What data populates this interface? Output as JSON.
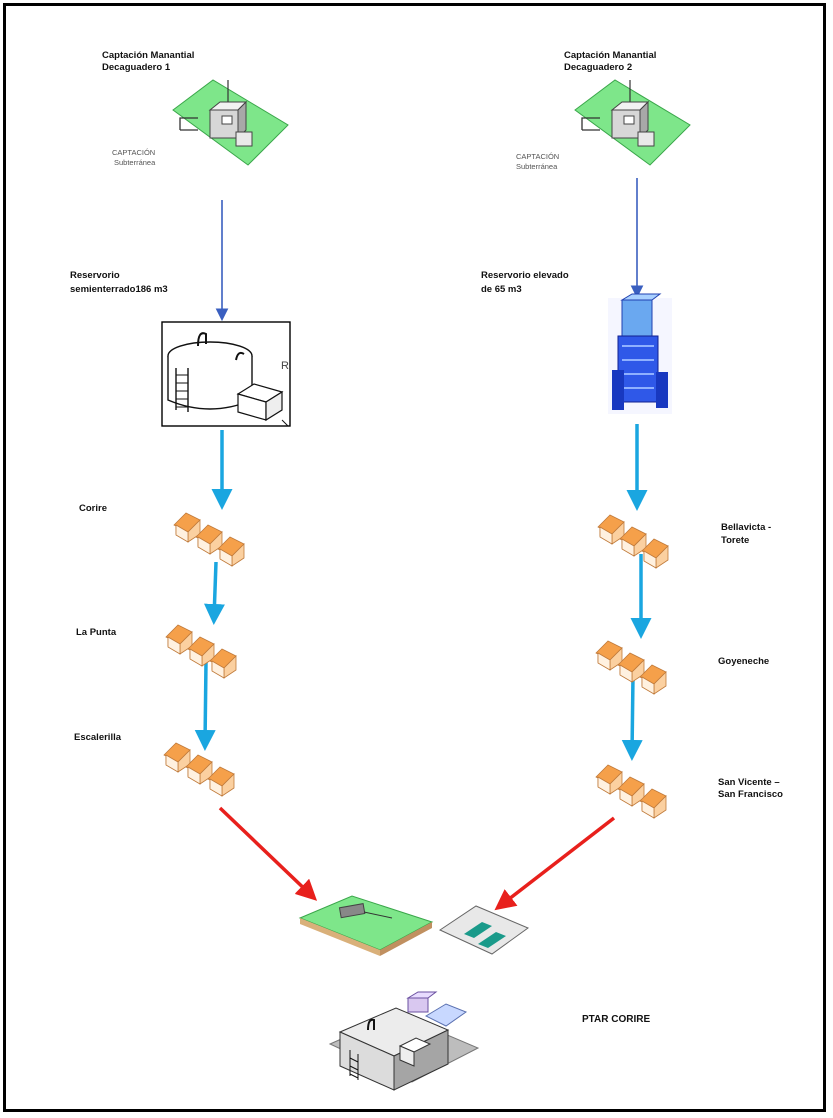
{
  "left_branch": {
    "source_label_1": "Captación Manantial",
    "source_label_2": "Decaguadero 1",
    "captacion_1": "CAPTACIÓN",
    "captacion_2": "Subterránea",
    "reservoir_label_1": "Reservorio",
    "reservoir_label_2": "semienterrado186 m3",
    "reservoir_mark": "R",
    "towns": [
      "Corire",
      "La Punta",
      "Escalerilla"
    ]
  },
  "right_branch": {
    "source_label_1": "Captación Manantial",
    "source_label_2": "Decaguadero 2",
    "captacion_1": "CAPTACIÓN",
    "captacion_2": "Subterránea",
    "reservoir_label_1": "Reservorio elevado",
    "reservoir_label_2": "de 65 m3",
    "towns": [
      [
        "Bellavicta -",
        "Torete"
      ],
      [
        "Goyeneche"
      ],
      [
        "San Vicente –",
        "San Francisco"
      ]
    ]
  },
  "plant": {
    "label": "PTAR CORIRE"
  },
  "colors": {
    "green_plate": "#7ee68a",
    "blue_line": "#3a5fc0",
    "cyan_arrow": "#1aa6e0",
    "red_arrow": "#e8201c",
    "house_fill": "#fde2c0",
    "house_roof": "#f5a04a"
  },
  "icons": [
    "captacion-icon",
    "reservoir-tank-icon",
    "elevated-reservoir-icon",
    "house-cluster-icon",
    "treatment-plant-icon"
  ]
}
